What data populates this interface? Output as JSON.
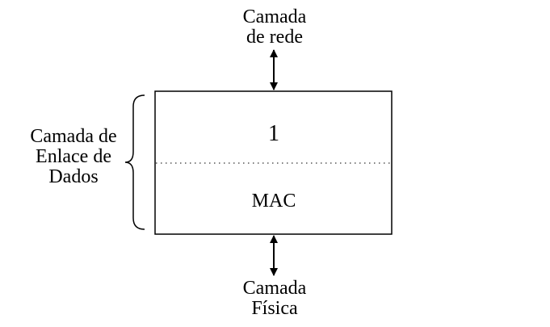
{
  "network_layer_label": [
    "Camada",
    "de rede"
  ],
  "physical_layer_label": [
    "Camada",
    "Física"
  ],
  "data_link_label": [
    "Camada de",
    "Enlace de",
    "Dados"
  ],
  "upper_sublayer_label": "1",
  "lower_sublayer_label": "MAC",
  "colors": {
    "stroke": "#000000",
    "background": "#ffffff"
  }
}
